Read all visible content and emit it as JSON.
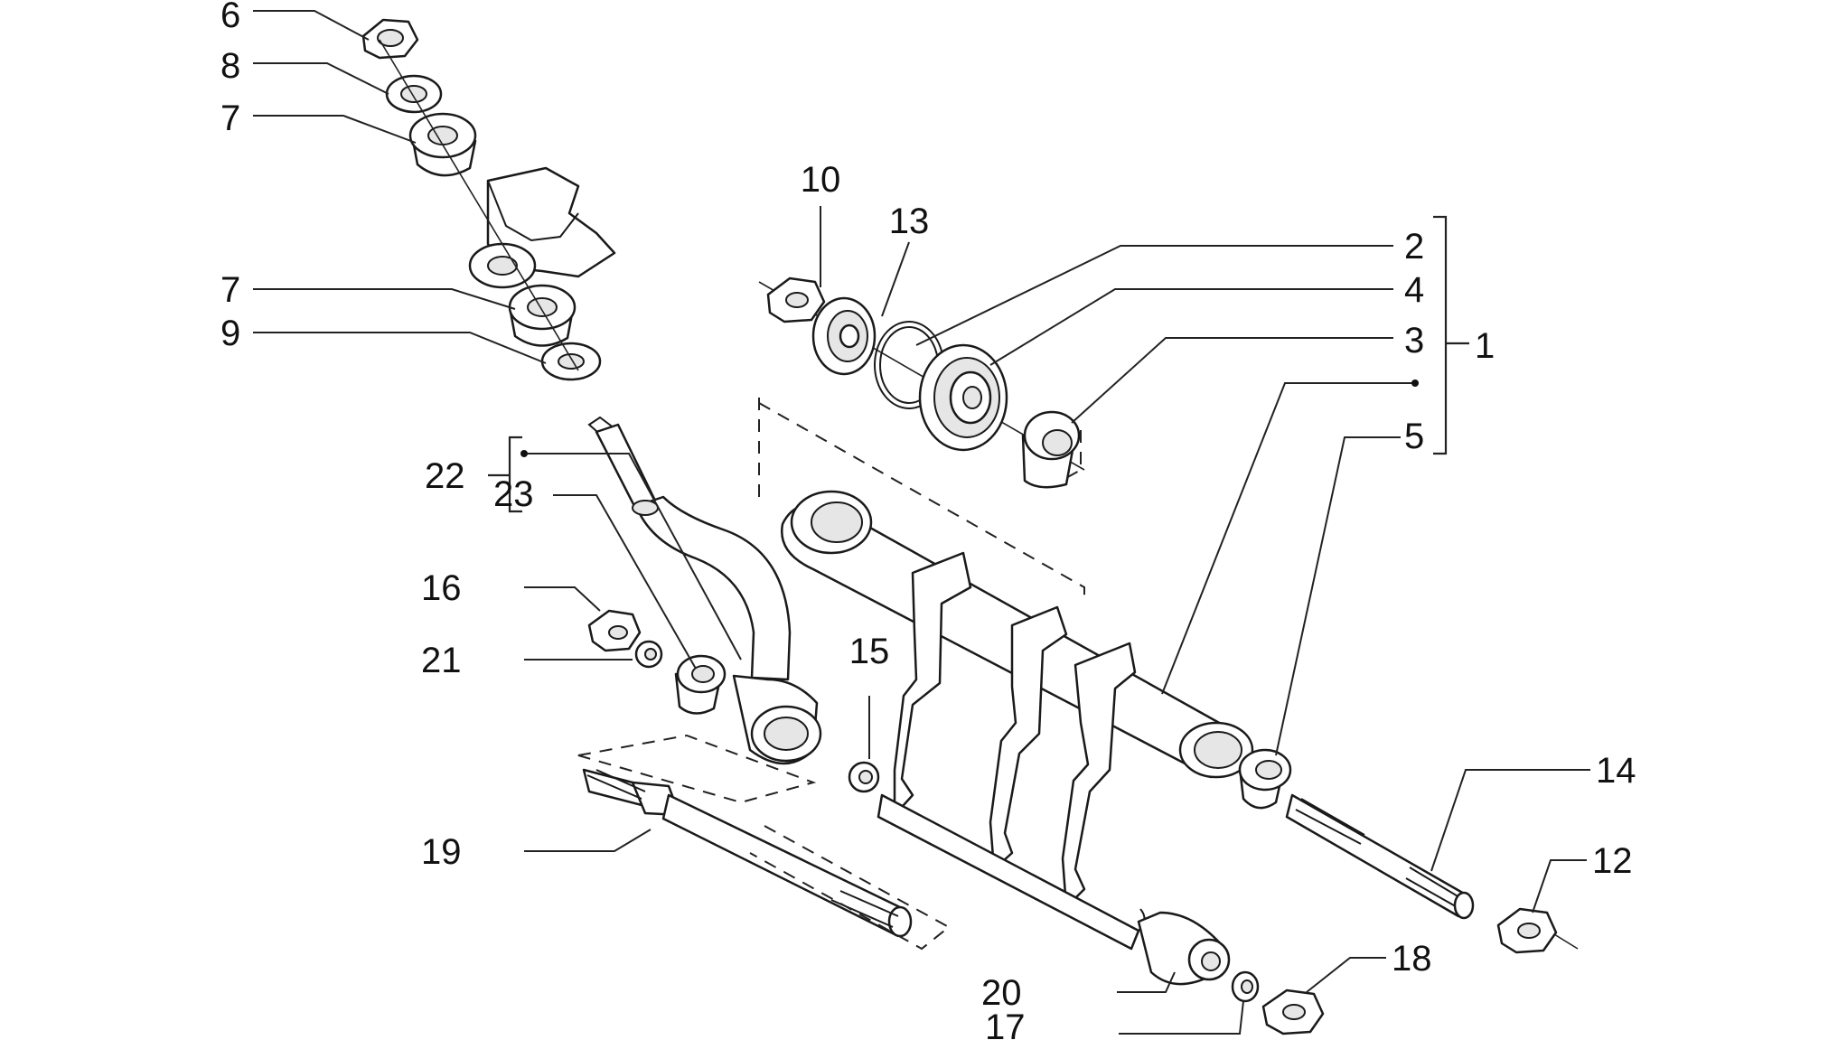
{
  "diagram": {
    "callouts": {
      "c1": "1",
      "c2": "2",
      "c3": "3",
      "c4": "4",
      "c5": "5",
      "c6": "6",
      "c7a": "7",
      "c7b": "7",
      "c8": "8",
      "c9": "9",
      "c10": "10",
      "c12": "12",
      "c13": "13",
      "c14": "14",
      "c15": "15",
      "c16": "16",
      "c17": "17",
      "c18": "18",
      "c19": "19",
      "c20": "20",
      "c21": "21",
      "c22": "22",
      "c23": "23"
    }
  }
}
